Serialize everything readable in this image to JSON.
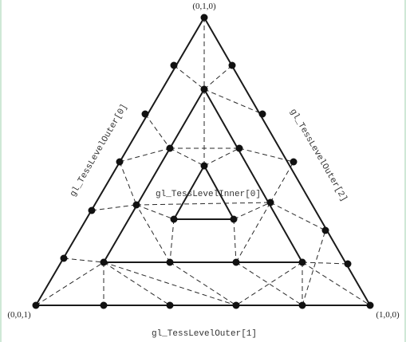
{
  "corner_labels": {
    "top": "(0,1,0)",
    "left": "(0,0,1)",
    "right": "(1,0,0)"
  },
  "edge_labels": {
    "outer0": "gl_TessLevelOuter[0]",
    "outer1": "gl_TessLevelOuter[1]",
    "outer2": "gl_TessLevelOuter[2]",
    "inner0": "gl_TessLevelInner[0]"
  },
  "colors": {
    "background": "#ffffff",
    "frame_border": "#cfe8d6",
    "lines": "#1a1a1a",
    "vertices": "#111111"
  }
}
